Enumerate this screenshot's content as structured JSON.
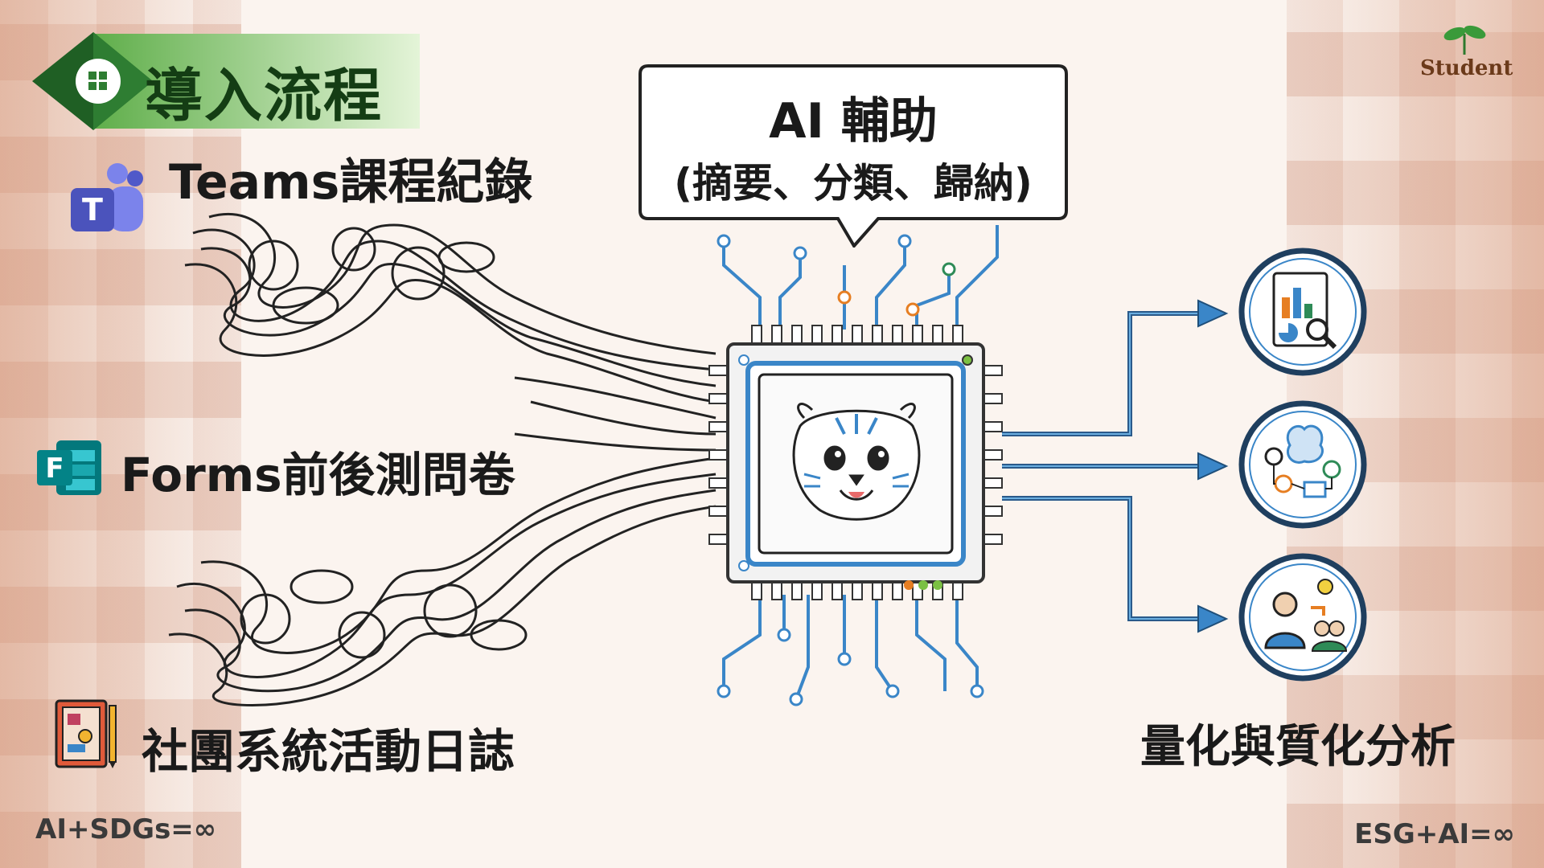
{
  "title": "導入流程",
  "sources": [
    {
      "label": "Teams課程紀錄",
      "icon": "teams-icon"
    },
    {
      "label": "Forms前後測問卷",
      "icon": "forms-icon"
    },
    {
      "label": "社團系統活動日誌",
      "icon": "notebook-icon"
    }
  ],
  "ai_box": {
    "title": "AI 輔助",
    "subtitle": "(摘要、分類、歸納)"
  },
  "chip_mascot": "tiger-mascot-icon",
  "outputs": [
    {
      "icon": "report-chart-icon"
    },
    {
      "icon": "brain-workflow-icon"
    },
    {
      "icon": "people-idea-icon"
    }
  ],
  "result_label": "量化與質化分析",
  "footer_left": "AI+SDGs=∞",
  "footer_right": "ESG+AI=∞",
  "logo_text": "Student",
  "colors": {
    "banner_green": "#2e7d32",
    "circuit_blue": "#3a86c8",
    "accent_orange": "#e67e22"
  }
}
